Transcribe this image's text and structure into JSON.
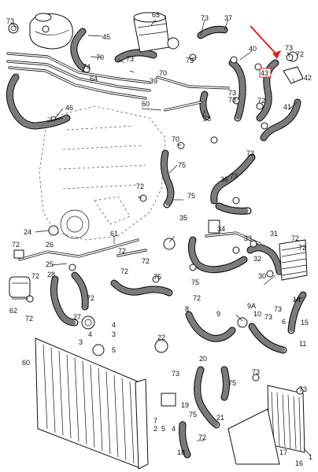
{
  "callouts": [
    {
      "id": "c1",
      "text": "73"
    },
    {
      "id": "c2",
      "text": "65"
    },
    {
      "id": "c3",
      "text": "73"
    },
    {
      "id": "c4",
      "text": "37"
    },
    {
      "id": "c5",
      "text": "45"
    },
    {
      "id": "c6",
      "text": "73"
    },
    {
      "id": "c7",
      "text": "70"
    },
    {
      "id": "c8",
      "text": "73"
    },
    {
      "id": "c9",
      "text": "74"
    },
    {
      "id": "c10",
      "text": "64"
    },
    {
      "id": "c11",
      "text": "40"
    },
    {
      "id": "c12",
      "text": "73"
    },
    {
      "id": "c13",
      "text": "39"
    },
    {
      "id": "c14",
      "text": "70"
    },
    {
      "id": "c15",
      "text": "72"
    },
    {
      "id": "c16",
      "text": "73"
    },
    {
      "id": "c17",
      "text": "42"
    },
    {
      "id": "c18",
      "text": "41"
    },
    {
      "id": "c19",
      "text": "46"
    },
    {
      "id": "c20",
      "text": "47"
    },
    {
      "id": "c21",
      "text": "60"
    },
    {
      "id": "c22",
      "text": "38"
    },
    {
      "id": "c23",
      "text": "70"
    },
    {
      "id": "c24",
      "text": "75"
    },
    {
      "id": "c25",
      "text": "72"
    },
    {
      "id": "c26",
      "text": "35"
    },
    {
      "id": "c27",
      "text": "73"
    },
    {
      "id": "c28",
      "text": "24"
    },
    {
      "id": "c29",
      "text": "61"
    },
    {
      "id": "c30",
      "text": "72"
    },
    {
      "id": "c31",
      "text": "26"
    },
    {
      "id": "c32",
      "text": "25"
    },
    {
      "id": "c33",
      "text": "72"
    },
    {
      "id": "c34",
      "text": "33"
    },
    {
      "id": "c35",
      "text": "72"
    },
    {
      "id": "c36",
      "text": "34"
    },
    {
      "id": "c37",
      "text": "31"
    },
    {
      "id": "c38",
      "text": "72"
    },
    {
      "id": "c39",
      "text": "30"
    },
    {
      "id": "c40",
      "text": "32"
    },
    {
      "id": "c41",
      "text": "28"
    },
    {
      "id": "c42",
      "text": "72"
    },
    {
      "id": "c43",
      "text": "62"
    },
    {
      "id": "c44",
      "text": "72"
    },
    {
      "id": "c45",
      "text": "75"
    },
    {
      "id": "c46",
      "text": "72"
    },
    {
      "id": "c47",
      "text": "27"
    },
    {
      "id": "c48",
      "text": "3"
    },
    {
      "id": "c49",
      "text": "4"
    },
    {
      "id": "c50",
      "text": "5"
    },
    {
      "id": "c51",
      "text": "9"
    },
    {
      "id": "c52",
      "text": "9A"
    },
    {
      "id": "c53",
      "text": "10"
    },
    {
      "id": "c54",
      "text": "14"
    },
    {
      "id": "c55",
      "text": "15"
    },
    {
      "id": "c56",
      "text": "11"
    },
    {
      "id": "c57",
      "text": "60"
    },
    {
      "id": "c58",
      "text": "22"
    },
    {
      "id": "c59",
      "text": "20"
    },
    {
      "id": "c60",
      "text": "73"
    },
    {
      "id": "c61",
      "text": "2"
    },
    {
      "id": "c62",
      "text": "7"
    },
    {
      "id": "c63",
      "text": "5"
    },
    {
      "id": "c64",
      "text": "4"
    },
    {
      "id": "c65",
      "text": "75"
    },
    {
      "id": "c66",
      "text": "18"
    },
    {
      "id": "c67",
      "text": "17"
    },
    {
      "id": "c68",
      "text": "16"
    },
    {
      "id": "c69",
      "text": "1"
    },
    {
      "id": "c70",
      "text": "73"
    },
    {
      "id": "c71",
      "text": "75"
    },
    {
      "id": "c72",
      "text": "72"
    },
    {
      "id": "c73",
      "text": "4"
    },
    {
      "id": "c74",
      "text": "3"
    },
    {
      "id": "c75",
      "text": "72"
    },
    {
      "id": "c76",
      "text": "8"
    },
    {
      "id": "c77",
      "text": "73"
    },
    {
      "id": "c78",
      "text": "73"
    },
    {
      "id": "c79",
      "text": "73"
    },
    {
      "id": "c80",
      "text": "72"
    },
    {
      "id": "c81",
      "text": "36"
    },
    {
      "id": "c82",
      "text": "73"
    },
    {
      "id": "c83",
      "text": "75"
    },
    {
      "id": "c84",
      "text": "21"
    },
    {
      "id": "c85",
      "text": "19"
    },
    {
      "id": "c86",
      "text": "72"
    },
    {
      "id": "c87",
      "text": "73"
    },
    {
      "id": "c88",
      "text": "6"
    },
    {
      "id": "c89",
      "text": "72"
    },
    {
      "id": "c90",
      "text": "75"
    }
  ],
  "highlight": {
    "text": "43",
    "accent": "#e0201c"
  }
}
